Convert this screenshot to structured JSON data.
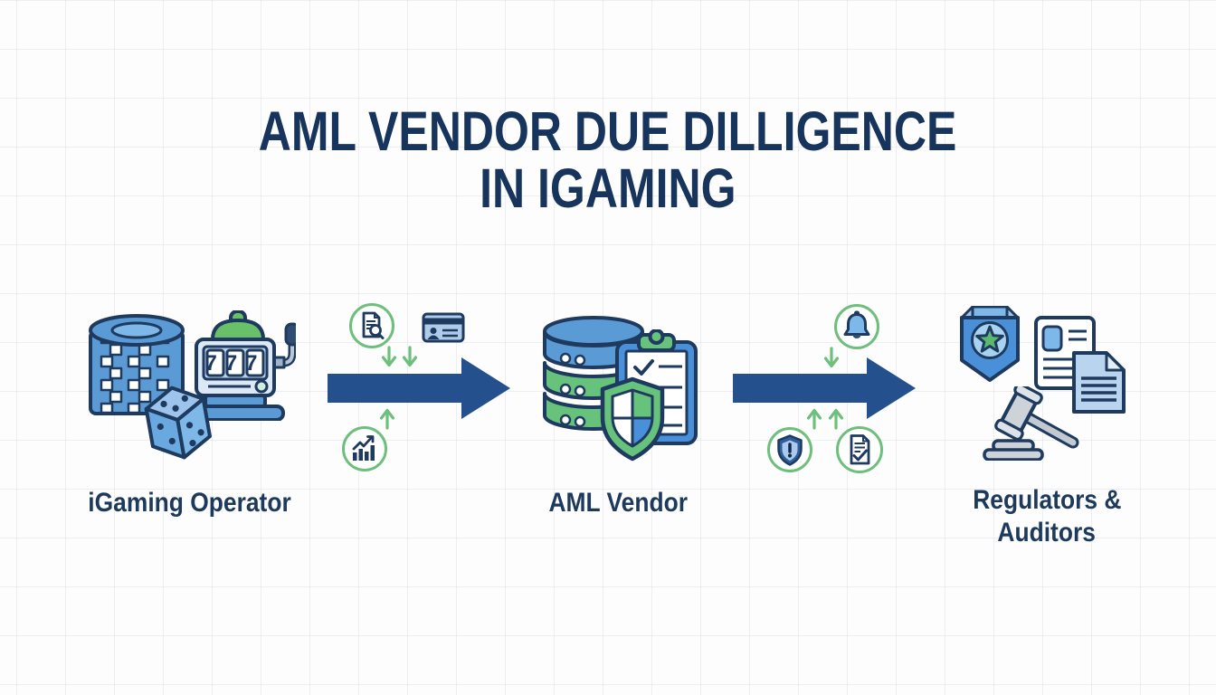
{
  "title": {
    "line1": "AML VENDOR DUE DILLIGENCE",
    "line2": "IN IGAMING"
  },
  "nodes": [
    {
      "id": "igaming-operator",
      "label": "iGaming Operator",
      "icons": [
        "casino-chips-icon",
        "slot-machine-icon",
        "dice-icon"
      ],
      "slot_display": "777"
    },
    {
      "id": "aml-vendor",
      "label": "AML Vendor",
      "icons": [
        "database-icon",
        "clipboard-check-icon",
        "shield-check-icon"
      ]
    },
    {
      "id": "regulators-auditors",
      "label_line1": "Regulators &",
      "label_line2": "Auditors",
      "icons": [
        "badge-star-icon",
        "id-document-icon",
        "document-icon",
        "gavel-icon"
      ]
    }
  ],
  "flows": [
    {
      "from": "igaming-operator",
      "to": "aml-vendor",
      "direction": "right",
      "top_icons": [
        "document-search-icon",
        "id-card-icon"
      ],
      "top_arrow_direction": "down",
      "bottom_icons": [
        "bar-chart-growth-icon"
      ],
      "bottom_arrow_direction": "up"
    },
    {
      "from": "aml-vendor",
      "to": "regulators-auditors",
      "direction": "right",
      "top_icons": [
        "alert-bell-icon"
      ],
      "top_arrow_direction": "down",
      "bottom_icons": [
        "shield-alert-icon",
        "document-check-icon"
      ],
      "bottom_arrow_direction": "up"
    }
  ],
  "colors": {
    "title_navy": "#17345c",
    "outline_navy": "#1e3a5f",
    "flow_arrow_blue": "#25508e",
    "icon_blue": "#5b9bd5",
    "light_blue": "#aecbe9",
    "icon_green": "#67c27c",
    "flow_green": "#6dbf7b",
    "gavel_gray": "#ced3da",
    "background": "#fdfdfd"
  }
}
